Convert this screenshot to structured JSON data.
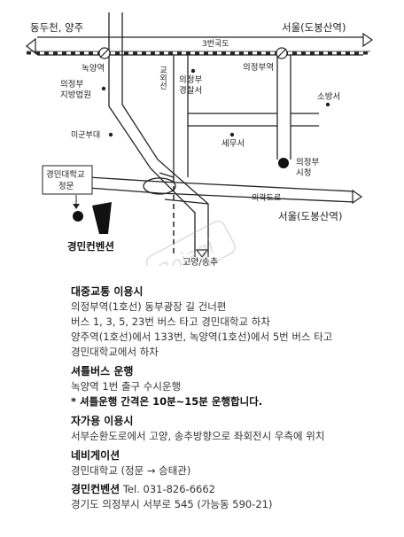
{
  "map": {
    "labels": {
      "dongducheon": "동두천, 양주",
      "seoul_top": "서울(도봉산역)",
      "route3": "3번국도",
      "nogyang_station": "녹양역",
      "uijeongbu_station": "의정부역",
      "gyooeseon": "교외선",
      "police_l1": "의정부",
      "police_l2": "경찰서",
      "court_l1": "의정부",
      "court_l2": "지방법원",
      "fire": "소방서",
      "army": "미군부대",
      "tax": "세무서",
      "cityhall_l1": "의정부",
      "cityhall_l2": "시청",
      "gate_l1": "경민대학교",
      "gate_l2": "정문",
      "outer_ring": "외곽도로",
      "seoul_bottom": "서울(도봉산역)",
      "convention": "경민컨벤션",
      "goyang": "고양/송추",
      "watermark": "Bojagi"
    }
  },
  "info": {
    "transit_title": "대중교통 이용시",
    "transit_lines": [
      "의정부역(1호선) 동부광장 길 건너편",
      "버스 1, 3, 5, 23번 버스 타고 경민대학교 하차",
      "양주역(1호선)에서 133번, 녹양역(1호선)에서 5번 버스 타고",
      "경민대학교에서 하차"
    ],
    "shuttle_title": "셔틀버스 운행",
    "shuttle_line": "녹양역 1번 출구 수시운행",
    "shuttle_note": "* 셔틀운행 간격은 10분~15분 운행합니다.",
    "car_title": "자가용 이용시",
    "car_line": "서부순환도로에서 고양, 송추방향으로 좌회전시 우측에 위치",
    "nav_title": "네비게이션",
    "nav_line": "경민대학교 (정문 → 승태관)",
    "contact_name": "경민컨벤션",
    "contact_tel": " Tel. 031-826-6662",
    "address": "경기도 의정부시 서부로 545 (가능동 590-21)"
  }
}
